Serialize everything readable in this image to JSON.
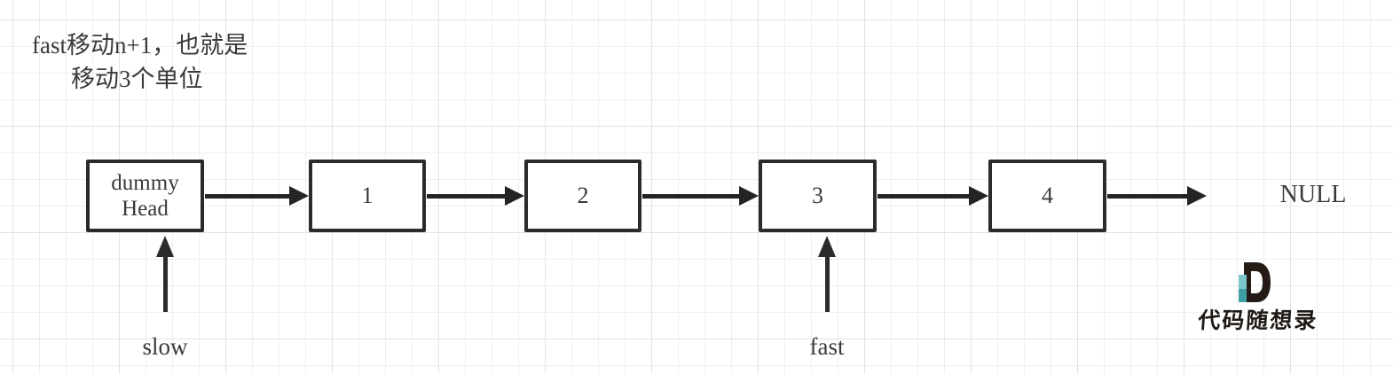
{
  "annotation": {
    "line1": "fast移动n+1，也就是",
    "line2": "移动3个单位"
  },
  "list": {
    "nodes": [
      {
        "line1": "dummy",
        "line2": "Head"
      },
      {
        "label": "1"
      },
      {
        "label": "2"
      },
      {
        "label": "3"
      },
      {
        "label": "4"
      }
    ],
    "terminator": "NULL"
  },
  "pointers": {
    "slow": {
      "label": "slow",
      "points_to": "dummy Head"
    },
    "fast": {
      "label": "fast",
      "points_to": "3"
    }
  },
  "logo": {
    "monogram": "D",
    "brand": "代码随想录"
  },
  "colors": {
    "background": "#ffffff",
    "grid_minor": "#efefef",
    "grid_major": "#e3e3e3",
    "stroke": "#2b2b2b",
    "text": "#3a3a3a",
    "logo_dark": "#241b16",
    "logo_teal_light": "#7ac6c9",
    "logo_teal_dark": "#3fa0a4"
  }
}
